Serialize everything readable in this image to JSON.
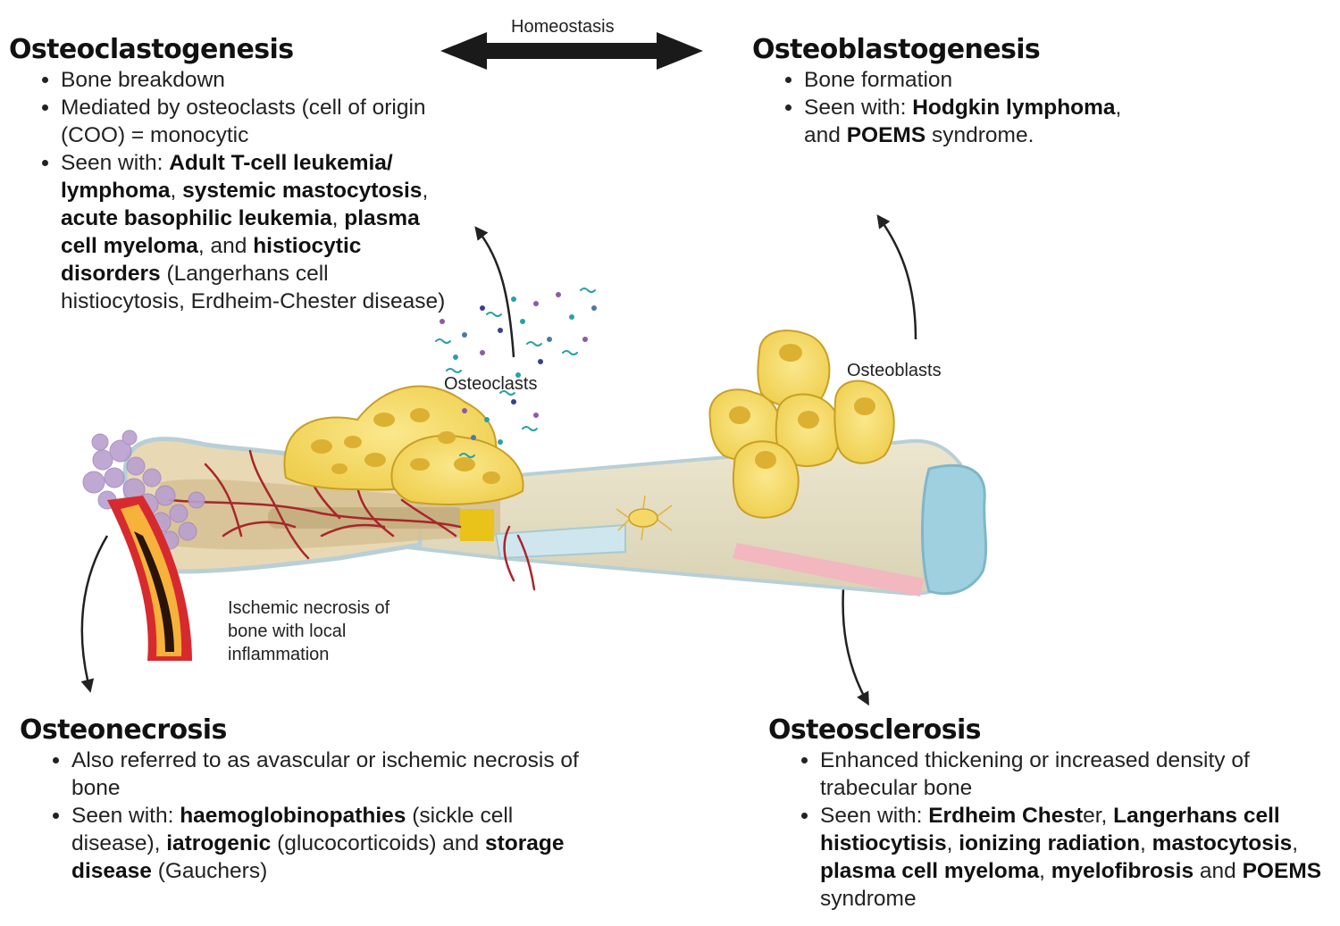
{
  "labels": {
    "homeostasis": "Homeostasis",
    "osteoclasts": "Osteoclasts",
    "osteoblasts": "Osteoblasts",
    "ischemic": "Ischemic necrosis of bone with local inflammation"
  },
  "osteoclastogenesis": {
    "title": "Osteoclastogenesis",
    "b1": "Bone breakdown",
    "b2": "Mediated by osteoclasts (cell of origin (COO) = monocytic",
    "b3": {
      "p1": "Seen with: ",
      "p2": "Adult T-cell leukemia/ lymphoma",
      "p3": ", ",
      "p4": "systemic mastocytosis",
      "p5": ", ",
      "p6": "acute basophilic leukemia",
      "p7": ", ",
      "p8": "plasma cell myeloma",
      "p9": ", and ",
      "p10": "histiocytic disorders",
      "p11": " (Langerhans cell histiocytosis, Erdheim-Chester disease)"
    }
  },
  "osteoblastogenesis": {
    "title": "Osteoblastogenesis",
    "b1": "Bone formation",
    "b2": {
      "p1": "Seen with: ",
      "p2": "Hodgkin lymphoma",
      "p3": ", and ",
      "p4": "POEMS",
      "p5": " syndrome."
    }
  },
  "osteonecrosis": {
    "title": "Osteonecrosis",
    "b1": "Also referred to as avascular or ischemic necrosis of bone",
    "b2": {
      "p1": "Seen with: ",
      "p2": "haemoglobinopathies",
      "p3": " (sickle cell disease), ",
      "p4": "iatrogenic",
      "p5": " (glucocorticoids) and ",
      "p6": "storage disease",
      "p7": " (Gauchers)"
    }
  },
  "osteosclerosis": {
    "title": "Osteosclerosis",
    "b1": "Enhanced thickening or increased density of trabecular bone",
    "b2": {
      "p1": "Seen with: ",
      "p2": "Erdheim Chest",
      "p3": "er, ",
      "p4": "Langerhans cell histiocytisis",
      "p5": ", ",
      "p6": "ionizing radiation",
      "p7": ", ",
      "p8": "mastocytosis",
      "p9": ", ",
      "p10": "plasma cell myeloma",
      "p11": ", ",
      "p12": "myelofibrosis",
      "p13": " and ",
      "p14": "POEMS",
      "p15": " syndrome"
    }
  },
  "colors": {
    "bone": "#e3ddc4",
    "bone_outline": "#b8cfd6",
    "marrow": "#d8c59c",
    "vessel": "#a8262b",
    "cell": "#f5d866",
    "cell_nucleus": "#dcb030",
    "cartilage": "#9fd0e0",
    "periosteum_pink": "#f2b7bf",
    "inflammation": "#b9a0cf",
    "arrow": "#222222"
  }
}
